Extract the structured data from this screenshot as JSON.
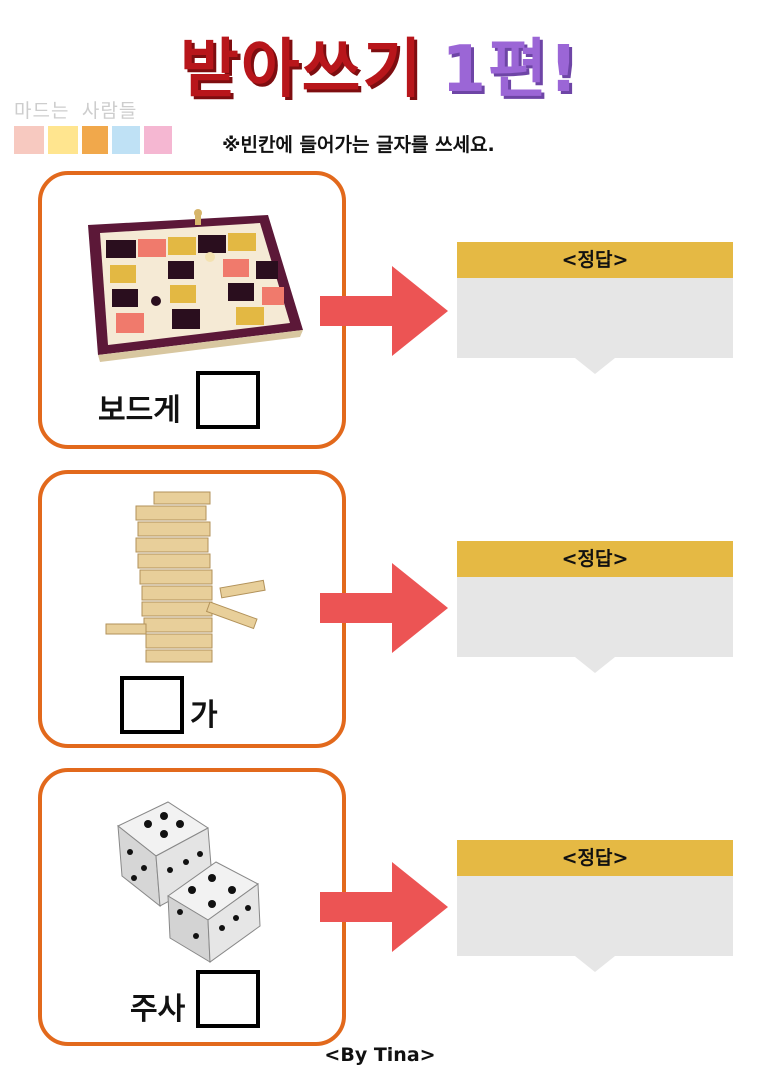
{
  "title": {
    "main": "받아쓰기",
    "part": "1편!"
  },
  "logo": {
    "text": "마드는 사람들"
  },
  "instruction": "※빈칸에 들어가는 글자를 쓰세요.",
  "colors": {
    "card_border": "#e2691c",
    "arrow": "#ec5454",
    "answer_header": "#e5b944",
    "answer_body": "#e6e6e6",
    "title_red": "#b8161b",
    "title_purple": "#9b66d6"
  },
  "questions": [
    {
      "picture_icon": "board-game-icon",
      "word_before": "보드게",
      "word_after": "",
      "answer_label": "<정답>"
    },
    {
      "picture_icon": "jenga-tower-icon",
      "word_before": "",
      "word_after": "가",
      "answer_label": "<정답>"
    },
    {
      "picture_icon": "dice-icon",
      "word_before": "주사",
      "word_after": "",
      "answer_label": "<정답>"
    }
  ],
  "footer": "<By Tina>"
}
